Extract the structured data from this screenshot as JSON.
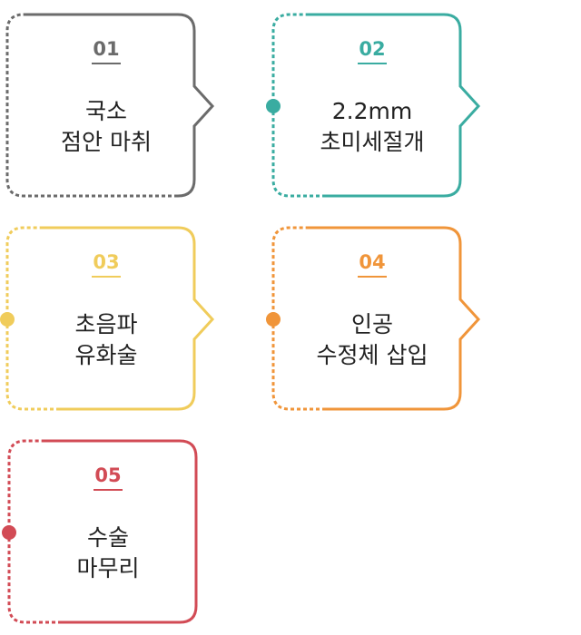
{
  "steps": [
    {
      "number": "01",
      "lines": [
        "국소",
        "점안 마취"
      ],
      "color": "#6b6b6b",
      "connector_dot": false
    },
    {
      "number": "02",
      "lines": [
        "2.2mm",
        "초미세절개"
      ],
      "color": "#3aaca1",
      "connector_dot": true
    },
    {
      "number": "03",
      "lines": [
        "초음파",
        "유화술"
      ],
      "color": "#f0cc5b",
      "connector_dot": true
    },
    {
      "number": "04",
      "lines": [
        "인공",
        "수정체 삽입"
      ],
      "color": "#f0953a",
      "connector_dot": true
    },
    {
      "number": "05",
      "lines": [
        "수술",
        "마무리"
      ],
      "color": "#d24b55",
      "connector_dot": true
    }
  ]
}
